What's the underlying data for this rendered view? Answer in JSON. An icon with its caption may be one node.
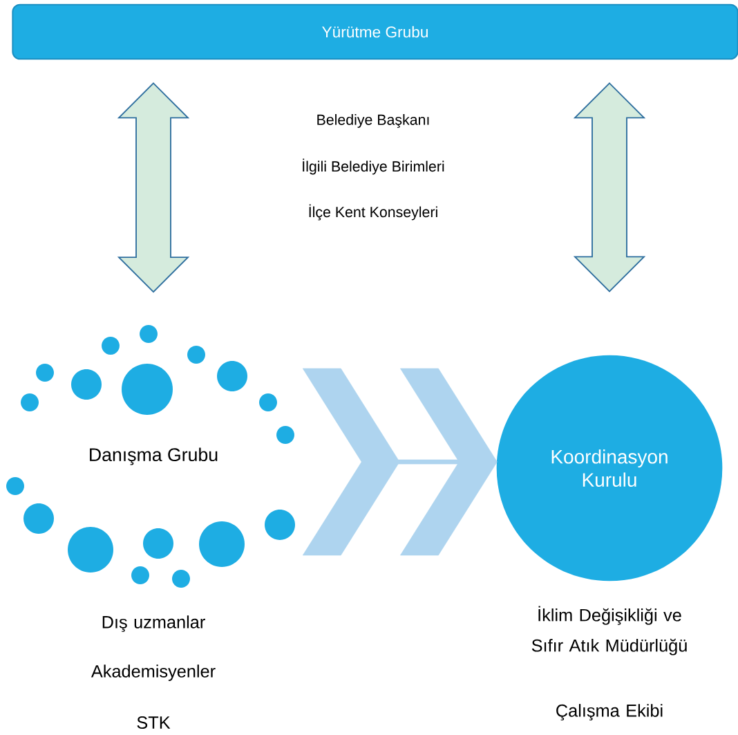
{
  "diagram": {
    "nodes": [
      {
        "text": [
          "Yürütme Grubu"
        ]
      },
      {
        "text": [
          "Danışma Grubu"
        ],
        "beside": [
          "Dış uzmanlar",
          "Akademisyenler",
          "STK"
        ]
      },
      {
        "text": [
          "Koordinasyon Kurulu"
        ],
        "beside": [
          "İklim Değişikliği ve Sıfır Atık Müdürlüğü",
          "Çalışma Ekibi"
        ]
      }
    ],
    "edges": [
      {
        "from": 0,
        "to": 1,
        "arrow": "both"
      },
      {
        "from": 0,
        "to": 2,
        "arrow": "both"
      },
      {
        "from": 1,
        "to": 2,
        "arrow": "to"
      }
    ],
    "labels": [
      "Belediye Başkanı",
      "İlgili Belediye Birimleri",
      "İlçe Kent Konseyleri"
    ]
  }
}
